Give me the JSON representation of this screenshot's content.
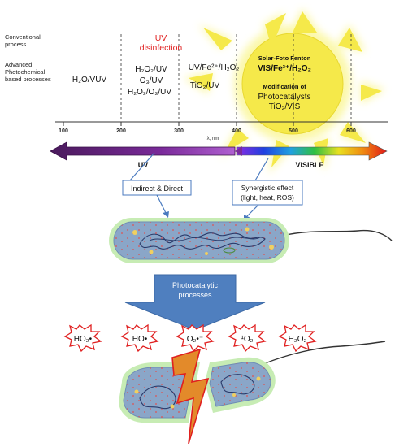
{
  "labels": {
    "conventional": [
      "Conventional",
      "process"
    ],
    "advanced": [
      "Advanced",
      "Photochemical",
      "based processes"
    ]
  },
  "uv_disinfection": [
    "UV",
    "disinfection"
  ],
  "processes": {
    "h2o_vuv": "H₂O/VUV",
    "h2o2_uv": "H₂O₂/UV",
    "o3_uv": "O₃/UV",
    "h2o2_o3_uv": "H₂O₂/O₃/UV",
    "uv_fe_h2o2": "UV/Fe²⁺/H₂O₂",
    "tio2_uv": "TiO₂/UV",
    "solar_fenton_title": "Solar-Foto Fenton",
    "vis_fe_h2o2": "VIS/Fe²⁺/H₂O₂",
    "modification_title": "Modification of",
    "photocatalysts": "Photocatalysts",
    "tio2_vis": "TiO₂/VIS"
  },
  "axis": {
    "ticks": [
      "100",
      "200",
      "300",
      "400",
      "500",
      "600"
    ],
    "label": "λ, nm"
  },
  "spectrum": {
    "uv": "UV",
    "visible": "VISIBLE"
  },
  "callouts": {
    "indirect": "Indirect & Direct",
    "synergistic": [
      "Synergistic effect",
      "(light, heat, ROS)"
    ]
  },
  "process_arrow": [
    "Photocatalytic",
    "processes"
  ],
  "ros": [
    "HO₂•",
    "HO•",
    "O₂•⁻",
    "¹O₂",
    "H₂O₂"
  ],
  "colors": {
    "sun_fill": "#f5e94a",
    "sun_glow": "#fbf7a0",
    "uv_red": "#e02020",
    "cell_fill": "#8aa6c8",
    "cell_border": "#b7e3a0",
    "process_arrow": "#4f7fbf",
    "lightning": "#e38a2a"
  }
}
